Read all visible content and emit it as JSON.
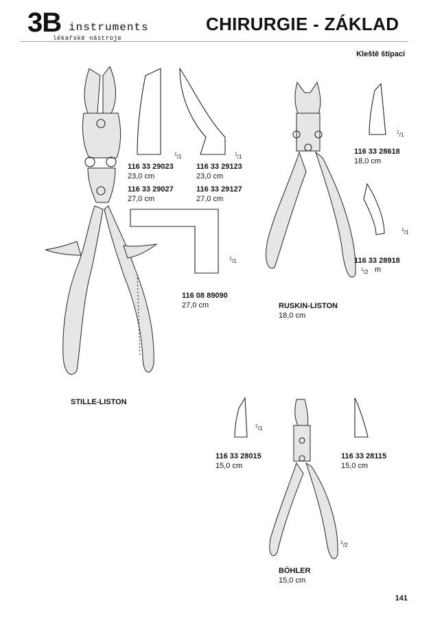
{
  "header": {
    "logo_mark": "3B",
    "logo_word": "instruments",
    "logo_tagline": "lékařské nástroje",
    "title": "CHIRURGIE - ZÁKLAD"
  },
  "category": "Kleště štípací",
  "products": {
    "stille": {
      "name": "STILLE-LISTON",
      "variants": [
        {
          "code": "116 33 29023",
          "length": "23,0 cm"
        },
        {
          "code": "116 33 29027",
          "length": "27,0 cm"
        },
        {
          "code": "116 33 29123",
          "length": "23,0 cm"
        },
        {
          "code": "116 33 29127",
          "length": "27,0 cm"
        },
        {
          "code": "116 08 89090",
          "length": "27,0 cm"
        }
      ]
    },
    "ruskin": {
      "name": "RUSKIN-LISTON",
      "length": "18,0 cm",
      "variants": [
        {
          "code": "116 33 28618",
          "length": "18,0 cm"
        },
        {
          "code": "116 33 28918",
          "length": "m"
        }
      ]
    },
    "bohler": {
      "name": "BÖHLER",
      "length": "15,0 cm",
      "variants": [
        {
          "code": "116 33 28015",
          "length": "15,0 cm"
        },
        {
          "code": "116 33 28115",
          "length": "15,0 cm"
        }
      ]
    }
  },
  "scales": {
    "num": "1",
    "full": "1",
    "half": "2"
  },
  "page_number": "141"
}
